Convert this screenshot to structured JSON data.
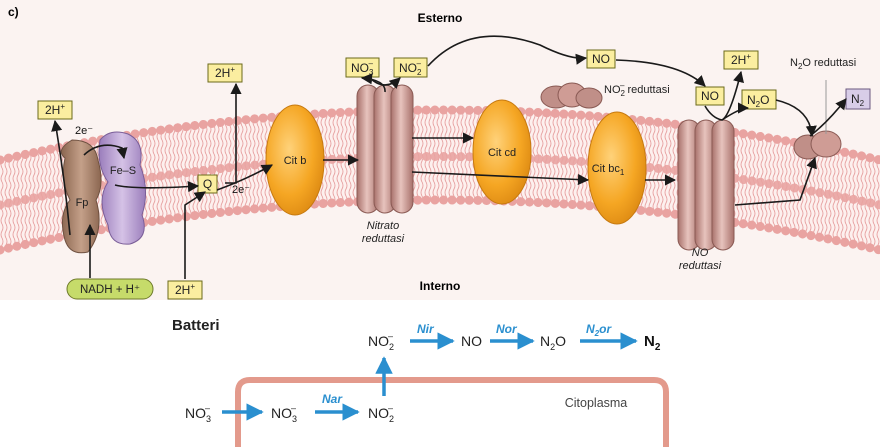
{
  "panel_label": "c)",
  "region": {
    "outside": "Esterno",
    "inside": "Interno"
  },
  "membrane": {
    "complex_fp": "Fp",
    "complex_fes": "Fe–S",
    "electron_label_1": "2e⁻",
    "electron_label_2": "2e⁻",
    "quinone": "Q",
    "cit_b": "Cit b",
    "cit_cd": "Cit cd",
    "cit_bc1": {
      "main": "Cit bc",
      "sub": "1"
    },
    "nitrate_reductase": [
      "Nitrato",
      "reduttasi"
    ],
    "no_reductase": [
      "NO",
      "reduttasi"
    ],
    "nitrite_reductase": {
      "pre": "NO",
      "sub": "2",
      "sup": "–",
      "post": " reduttasi"
    },
    "n2o_reductase": {
      "pre": "N",
      "sub": "2",
      "post": "O reduttasi"
    },
    "nadh": "NADH + H⁺"
  },
  "boxes": {
    "h2_fp": {
      "main": "2H",
      "sup": "+"
    },
    "h2_q": {
      "main": "2H",
      "sup": "+"
    },
    "h2_in": {
      "main": "2H",
      "sup": "+"
    },
    "h2_no": {
      "main": "2H",
      "sup": "+"
    },
    "no3": {
      "main": "NO",
      "sub": "3",
      "sup": "–"
    },
    "no2": {
      "main": "NO",
      "sub": "2",
      "sup": "–"
    },
    "no_top": "NO",
    "no_mid": "NO",
    "n2o": {
      "main": "N",
      "sub": "2",
      "post": "O"
    },
    "n2": {
      "main": "N",
      "sub": "2"
    }
  },
  "bacteria": {
    "title": "Batteri",
    "cytoplasm": "Citoplasma",
    "enzymes": {
      "nar": "Nar",
      "nir": "Nir",
      "nor": "Nor",
      "n2or_pre": "N",
      "n2or_sub": "2",
      "n2or_post": "or"
    },
    "species": {
      "no3_out": {
        "main": "NO",
        "sub": "3",
        "sup": "–"
      },
      "no3_in": {
        "main": "NO",
        "sub": "3",
        "sup": "–"
      },
      "no2_in": {
        "main": "NO",
        "sub": "2",
        "sup": "–"
      },
      "no2_out": {
        "main": "NO",
        "sub": "2",
        "sup": "–"
      },
      "no": "NO",
      "n2o": {
        "main": "N",
        "sub": "2",
        "post": "O"
      },
      "n2": {
        "main": "N",
        "sub": "2"
      }
    }
  },
  "colors": {
    "box_fill": "#fbeea0",
    "box_stroke": "#6b6a1a",
    "cyt_orange": "#f5a623",
    "fp_brown": "#a8826a",
    "fes_purple": "#b79ad1",
    "reductase": "#c59690",
    "nadh_green": "#c6db6a",
    "arrow_blue": "#2a8fcf",
    "cyto_stroke": "#e39a8c"
  }
}
